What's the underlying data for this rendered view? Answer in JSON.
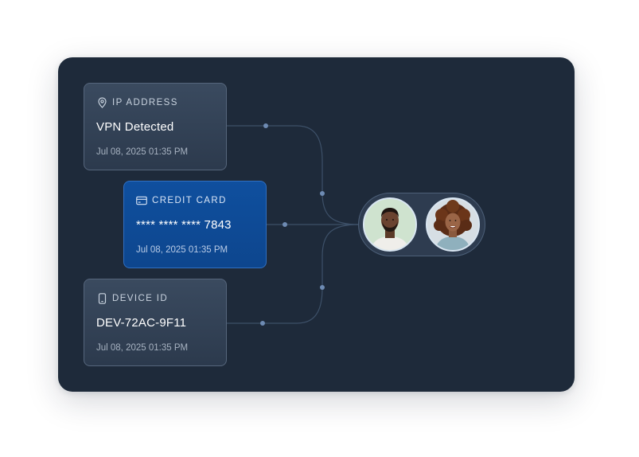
{
  "cards": [
    {
      "id": "ip",
      "label": "IP ADDRESS",
      "icon": "location-pin-icon",
      "value": "VPN Detected",
      "time": "Jul 08, 2025 01:35 PM"
    },
    {
      "id": "credit",
      "label": "CREDIT CARD",
      "icon": "credit-card-icon",
      "value": "**** **** **** 7843",
      "time": "Jul 08, 2025 01:35 PM"
    },
    {
      "id": "device",
      "label": "DEVICE ID",
      "icon": "mobile-phone-icon",
      "value": "DEV-72AC-9F11",
      "time": "Jul 08, 2025 01:35 PM"
    }
  ],
  "identity": {
    "avatars": [
      "man-portrait",
      "woman-portrait"
    ]
  },
  "colors": {
    "panel": "#1e2a3a",
    "accent_card": "#0f4f9e",
    "connector": "#3d5068",
    "connector_dot": "#6e8bb3"
  }
}
